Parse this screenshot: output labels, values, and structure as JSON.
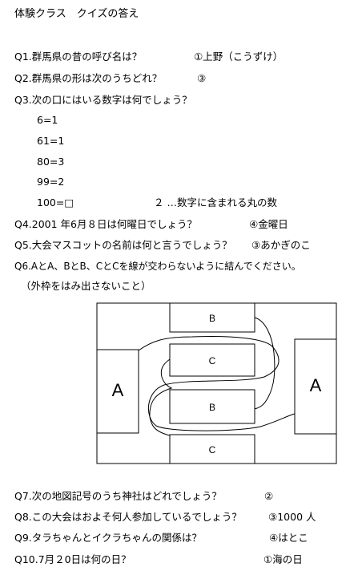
{
  "title": "体験クラス　クイズの答え",
  "q1": {
    "question": "Q1.群馬県の昔の呼び名は？",
    "answer": "①上野（こうずけ）"
  },
  "q2": {
    "question": "Q2.群馬県の形は次のうちどれ？",
    "answer": "③"
  },
  "q3": {
    "question": "Q3.次の口にはいる数字は何でしょう？",
    "lines": [
      "6=1",
      "61=1",
      "80=3",
      "99=2",
      "100=□"
    ],
    "answer": "２ …数字に含まれる丸の数"
  },
  "q4": {
    "question": "Q4.2001 年6月８日は何曜日でしょう？",
    "answer": "④金曜日"
  },
  "q5": {
    "question": "Q5.大会マスコットの名前は何と言うでしょう？",
    "answer": "③あかぎのこ"
  },
  "q6": {
    "question": "Q6.AとA、BとB、CとCを線が交わらないように結んでください。",
    "note": "（外枠をはみ出さないこと）",
    "labels": {
      "a_left": "A",
      "a_right": "A",
      "b_top": "B",
      "b_mid": "B",
      "c_mid": "C",
      "c_bottom": "C"
    }
  },
  "q7": {
    "question": "Q7.次の地図記号のうち神社はどれでしょう？",
    "answer": "②"
  },
  "q8": {
    "question": "Q8.この大会はおよそ何人参加しているでしょう？",
    "answer": "③1000 人"
  },
  "q9": {
    "question": "Q9.タラちゃんとイクラちゃんの関係は？",
    "answer": "④はとこ"
  },
  "q10": {
    "question": "Q10.7月２0日は何の日？",
    "answer": "①海の日"
  }
}
